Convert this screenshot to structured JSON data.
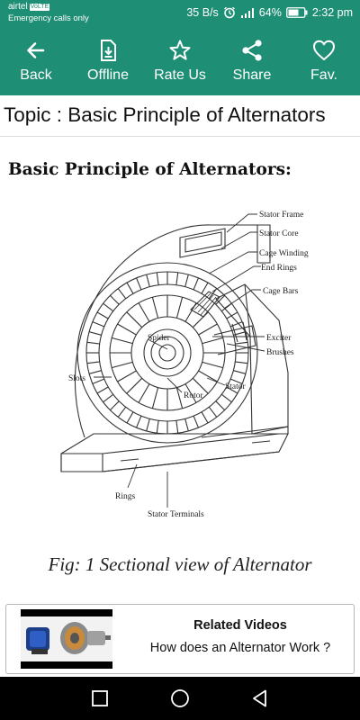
{
  "status_bar": {
    "carrier": "airtel",
    "volte_badge": "VoLTE",
    "emergency": "Emergency calls only",
    "net_speed": "35 B/s",
    "battery": "64%",
    "time": "2:32 pm",
    "icons": [
      "alarm-icon",
      "signal-icon",
      "battery-icon"
    ]
  },
  "toolbar": {
    "buttons": [
      {
        "label": "Back",
        "icon": "arrow-left-icon"
      },
      {
        "label": "Offline",
        "icon": "download-file-icon"
      },
      {
        "label": "Rate Us",
        "icon": "star-outline-icon"
      },
      {
        "label": "Share",
        "icon": "share-icon"
      },
      {
        "label": "Fav.",
        "icon": "heart-outline-icon"
      }
    ]
  },
  "topic": {
    "title": "Topic : Basic Principle of Alternators"
  },
  "article": {
    "heading": "Basic Principle of Alternators:",
    "figure": {
      "labels": {
        "stator_frame": "Stator Frame",
        "stator_core": "Stator Core",
        "cage_winding": "Cage Winding",
        "end_rings": "End Rings",
        "cage_bars": "Cage Bars",
        "exciter": "Exciter",
        "brushes": "Brushes",
        "slots": "Slots",
        "spider": "Spider",
        "rotor": "Rotor",
        "stator": "Stator",
        "rings": "Rings",
        "stator_terminals": "Stator Terminals"
      }
    },
    "caption": "Fig: 1 Sectional view of Alternator"
  },
  "related": {
    "title": "Related Videos",
    "subtitle": "How does an Alternator Work ?"
  },
  "colors": {
    "primary": "#1e8e74",
    "nav_bar": "#000000"
  }
}
